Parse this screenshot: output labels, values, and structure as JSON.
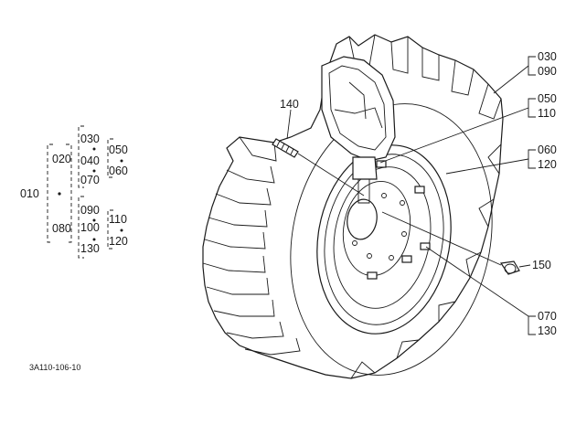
{
  "diagram": {
    "drawing_code": "3A110-106-10",
    "tree": {
      "root": "010",
      "group_a": [
        "020",
        "030",
        "040",
        "070",
        "050",
        "060"
      ],
      "group_b": [
        "080",
        "090",
        "100",
        "130",
        "110",
        "120"
      ]
    },
    "callouts": {
      "c140": "140",
      "c030": "030",
      "c090": "090",
      "c050": "050",
      "c110": "110",
      "c060": "060",
      "c120": "120",
      "c150": "150",
      "c070": "070",
      "c130": "130"
    }
  },
  "colors": {
    "ink": "#1a1a1a",
    "background": "#ffffff"
  }
}
